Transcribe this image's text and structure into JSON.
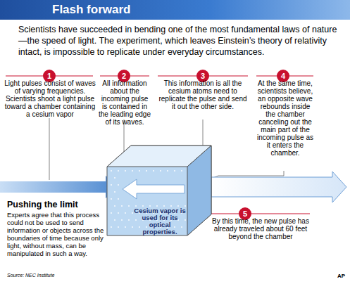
{
  "diagram": {
    "title": "Flash forward",
    "caption": "Scientists have succeeded in bending one of the most fundamental laws of nature—the speed of light. The experiment, which leaves Einstein’s theory of relativity intact, is impossible to replicate under everyday circumstances.",
    "nodes": [
      {
        "text": [
          "Cesium vapor is used for its optical properties."
        ]
      }
    ],
    "labels": [
      "1",
      "Light pulses consist of waves of varying frequencies. Scientists shoot a light pulse toward a chamber containing a cesium vapor",
      "2",
      "All information about the incoming pulse is contained in the leading edge of its waves.",
      "3",
      "This information is all the cesium atoms need to replicate the pulse and send it out the other side.",
      "4",
      "At the same time, scientists believe, an opposite wave rebounds inside the chamber canceling out the main part of the incoming pulse as it enters the chamber.",
      "5",
      "By this time, the new pulse has already traveled about 60 feet beyond the chamber",
      "Pushing the limit",
      "Experts agree that this process could not be used to send information or objects across the boundaries of time because only light, without mass, can be manipulated in such a way.",
      "Source: NEC Institute",
      "AP"
    ]
  }
}
